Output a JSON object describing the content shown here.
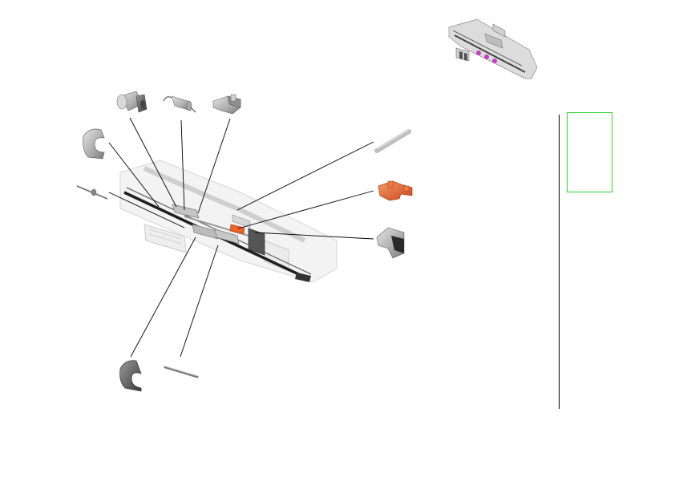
{
  "title": "",
  "colors": {
    "highlight_part": "#e8622a",
    "highlight_box": "#2fd12f",
    "locator_marker": "#c040c0",
    "part_gray": "#b8b8b8",
    "leader_line": "#000000"
  },
  "parts": [
    {
      "name": "bushing",
      "label": ""
    },
    {
      "name": "torsion-spring",
      "label": ""
    },
    {
      "name": "bracket",
      "label": ""
    },
    {
      "name": "c-clip-upper",
      "label": ""
    },
    {
      "name": "shaft-pin",
      "label": ""
    },
    {
      "name": "guide-rod",
      "label": ""
    },
    {
      "name": "orange-lever",
      "label": ""
    },
    {
      "name": "hinge-plate",
      "label": ""
    },
    {
      "name": "c-clip-lower",
      "label": ""
    },
    {
      "name": "flat-spring",
      "label": ""
    }
  ]
}
